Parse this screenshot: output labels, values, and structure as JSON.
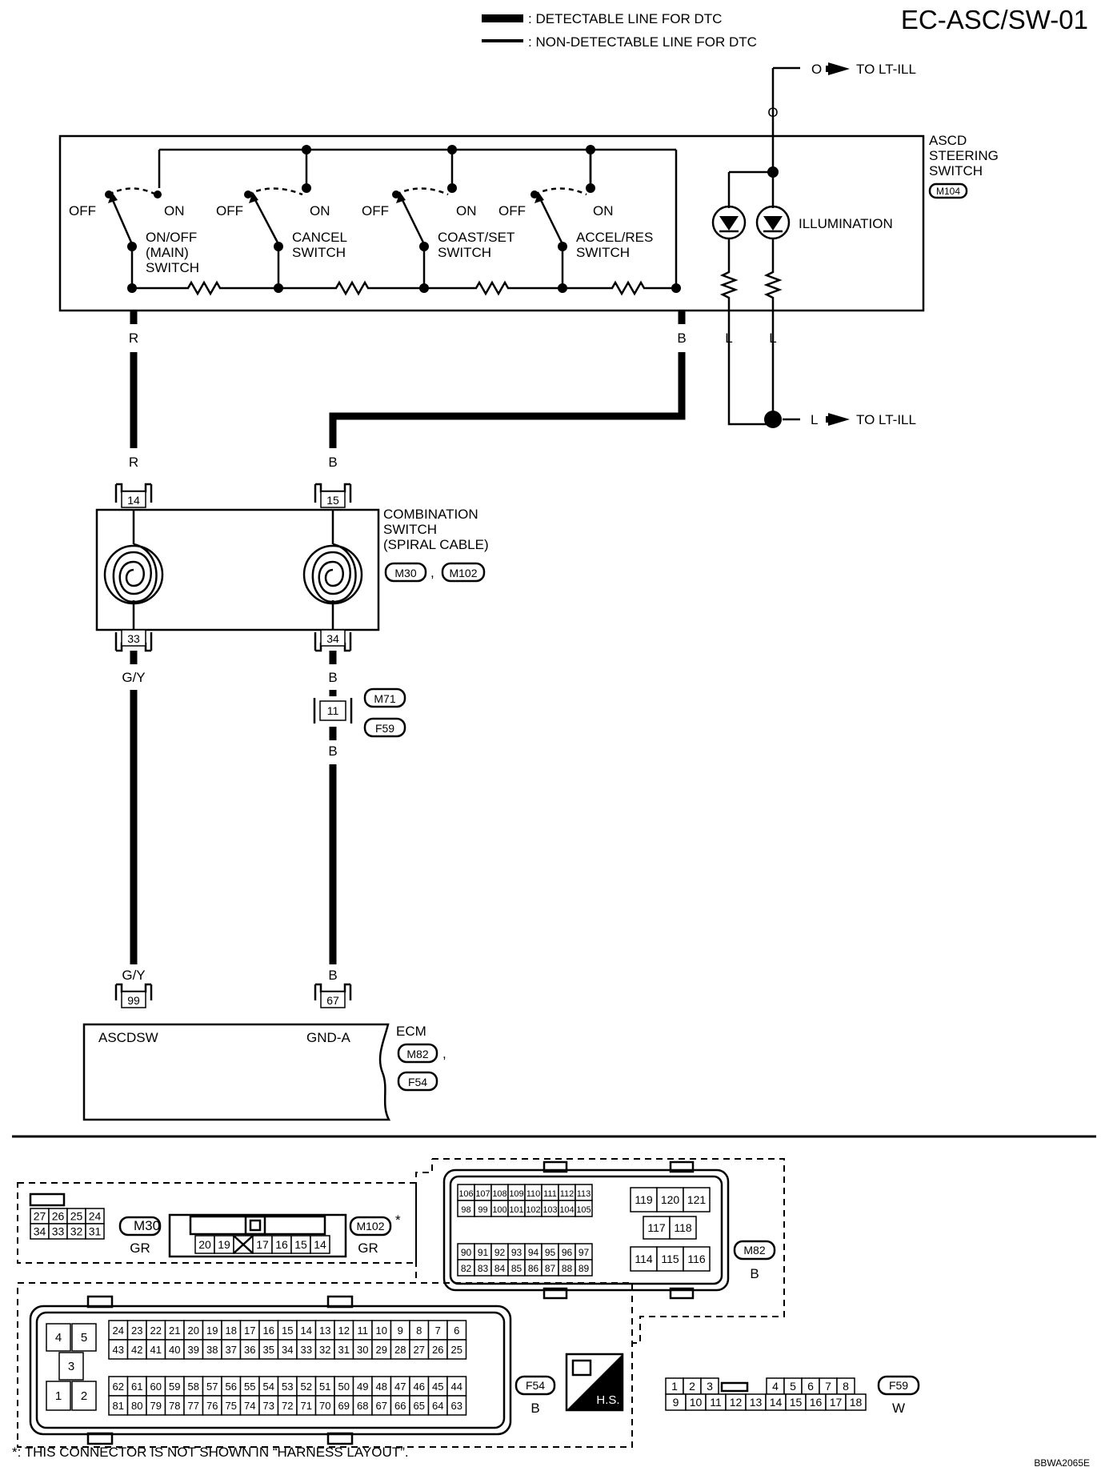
{
  "page_code": "EC-ASC/SW-01",
  "legend": {
    "detectable": ": DETECTABLE LINE FOR DTC",
    "non_detectable": ": NON-DETECTABLE LINE FOR DTC"
  },
  "asd_switch": {
    "title_1": "ASCD",
    "title_2": "STEERING",
    "title_3": "SWITCH",
    "connector": "M104",
    "illumination": "ILLUMINATION",
    "off": "OFF",
    "on": "ON",
    "switches": [
      {
        "l1": "ON/OFF",
        "l2": "(MAIN)",
        "l3": "SWITCH"
      },
      {
        "l1": "CANCEL",
        "l2": "SWITCH"
      },
      {
        "l1": "COAST/SET",
        "l2": "SWITCH"
      },
      {
        "l1": "ACCEL/RES",
        "l2": "SWITCH"
      }
    ]
  },
  "to_lt_ill": "TO LT-ILL",
  "wire_colors": {
    "o": "O",
    "l": "L",
    "r": "R",
    "b": "B",
    "gy": "G/Y"
  },
  "combination_switch": {
    "l1": "COMBINATION",
    "l2": "SWITCH",
    "l3": "(SPIRAL CABLE)",
    "conn1": "M30",
    "conn2": "M102",
    "sep": ",",
    "pins": {
      "p14": "14",
      "p15": "15",
      "p33": "33",
      "p34": "34"
    }
  },
  "joint": {
    "pin": "11",
    "conn1": "M71",
    "conn2": "F59"
  },
  "ecm": {
    "title": "ECM",
    "conn1": "M82",
    "conn2": "F54",
    "sep": ",",
    "pin99": "99",
    "pin67": "67",
    "term1": "ASCDSW",
    "term2": "GND-A"
  },
  "connectors": {
    "m30": {
      "id": "M30",
      "color": "GR",
      "row1": [
        "27",
        "26",
        "25",
        "24"
      ],
      "row2": [
        "34",
        "33",
        "32",
        "31"
      ]
    },
    "m102": {
      "id": "M102",
      "color": "GR",
      "row": [
        "20",
        "19",
        "",
        "17",
        "16",
        "15",
        "14"
      ],
      "star": "*"
    },
    "m82": {
      "id": "M82",
      "color": "B",
      "r1": [
        "106",
        "107",
        "108",
        "109",
        "110",
        "111",
        "112",
        "113"
      ],
      "r2": [
        "98",
        "99",
        "100",
        "101",
        "102",
        "103",
        "104",
        "105"
      ],
      "r3": [
        "90",
        "91",
        "92",
        "93",
        "94",
        "95",
        "96",
        "97"
      ],
      "r4": [
        "82",
        "83",
        "84",
        "85",
        "86",
        "87",
        "88",
        "89"
      ],
      "g1": [
        "119",
        "120",
        "121"
      ],
      "g2": [
        "117",
        "118"
      ],
      "g3": [
        "114",
        "115",
        "116"
      ]
    },
    "f54": {
      "id": "F54",
      "color": "B",
      "r1": [
        "24",
        "23",
        "22",
        "21",
        "20",
        "19",
        "18",
        "17",
        "16",
        "15",
        "14",
        "13",
        "12",
        "11",
        "10",
        "9",
        "8",
        "7",
        "6"
      ],
      "r2": [
        "43",
        "42",
        "41",
        "40",
        "39",
        "38",
        "37",
        "36",
        "35",
        "34",
        "33",
        "32",
        "31",
        "30",
        "29",
        "28",
        "27",
        "26",
        "25"
      ],
      "r3": [
        "62",
        "61",
        "60",
        "59",
        "58",
        "57",
        "56",
        "55",
        "54",
        "53",
        "52",
        "51",
        "50",
        "49",
        "48",
        "47",
        "46",
        "45",
        "44"
      ],
      "r4": [
        "81",
        "80",
        "79",
        "78",
        "77",
        "76",
        "75",
        "74",
        "73",
        "72",
        "71",
        "70",
        "69",
        "68",
        "67",
        "66",
        "65",
        "64",
        "63"
      ],
      "left": [
        "4",
        "5",
        "3",
        "1",
        "2"
      ]
    },
    "f59": {
      "id": "F59",
      "color": "W",
      "r1": [
        "1",
        "2",
        "3",
        "4",
        "5",
        "6",
        "7",
        "8"
      ],
      "r2": [
        "9",
        "10",
        "11",
        "12",
        "13",
        "14",
        "15",
        "16",
        "17",
        "18"
      ]
    },
    "hs": "H.S."
  },
  "footnote": "*: THIS CONNECTOR IS NOT SHOWN IN “HARNESS LAYOUT”.",
  "figure_code": "BBWA2065E"
}
